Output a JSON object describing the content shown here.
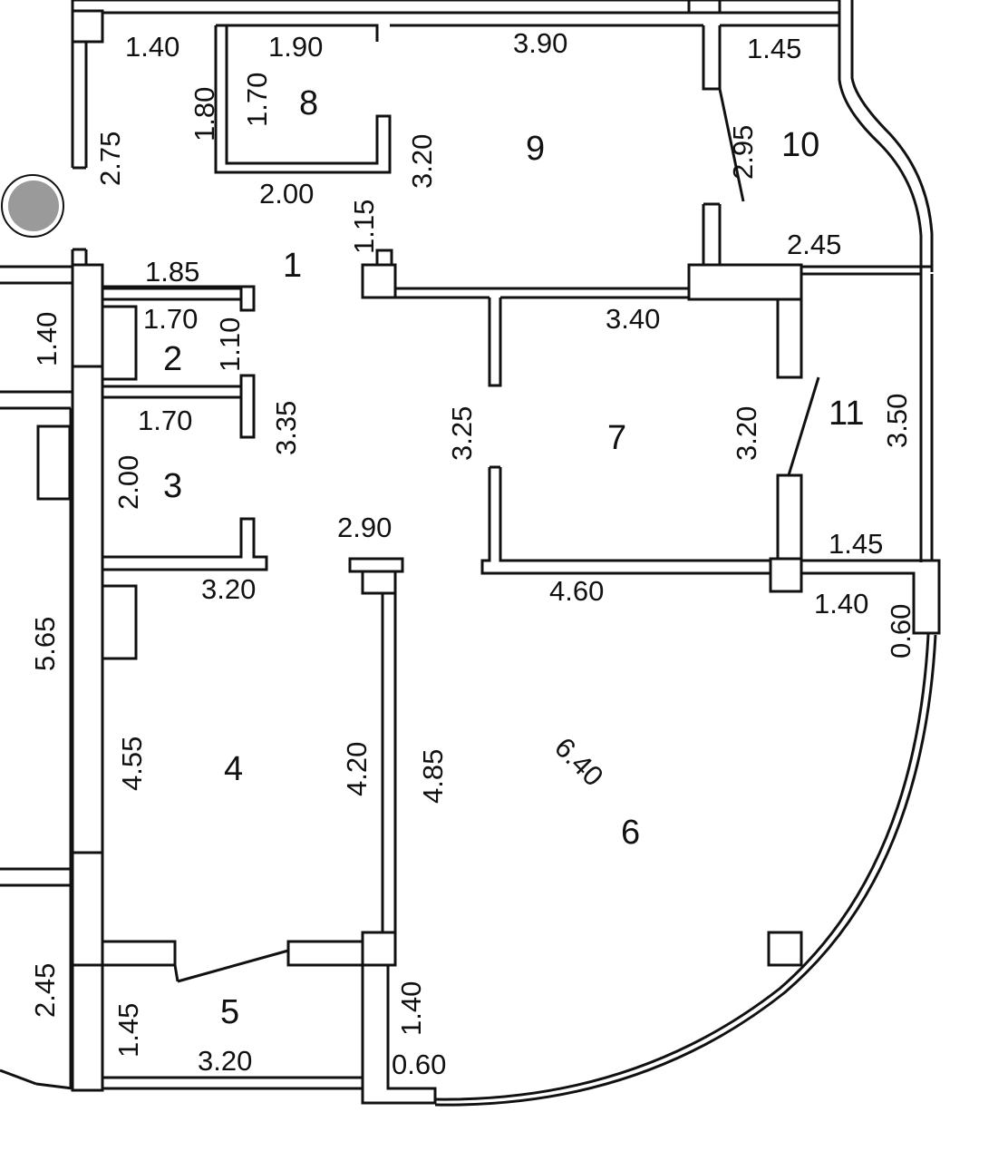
{
  "rooms": {
    "r1": "1",
    "r2": "2",
    "r3": "3",
    "r4": "4",
    "r5": "5",
    "r6": "6",
    "r7": "7",
    "r8": "8",
    "r9": "9",
    "r10": "10",
    "r11": "11"
  },
  "dims": {
    "d_1_40_top": "1.40",
    "d_1_90": "1.90",
    "d_3_90": "3.90",
    "d_1_45_top": "1.45",
    "d_2_75": "2.75",
    "d_1_80": "1.80",
    "d_1_70_v": "1.70",
    "d_3_20_room9": "3.20",
    "d_2_95": "2.95",
    "d_2_00_h": "2.00",
    "d_1_15": "1.15",
    "d_2_45_right": "2.45",
    "d_1_85": "1.85",
    "d_1_70_h1": "1.70",
    "d_1_10": "1.10",
    "d_1_40_left": "1.40",
    "d_3_40": "3.40",
    "d_1_70_h2": "1.70",
    "d_3_35": "3.35",
    "d_3_25": "3.25",
    "d_3_20_room7": "3.20",
    "d_3_50": "3.50",
    "d_2_00_v": "2.00",
    "d_2_90": "2.90",
    "d_1_45_mid": "1.45",
    "d_3_20_h": "3.20",
    "d_4_60": "4.60",
    "d_1_40_mid": "1.40",
    "d_0_60_right": "0.60",
    "d_5_65": "5.65",
    "d_4_55": "4.55",
    "d_4_20": "4.20",
    "d_4_85": "4.85",
    "d_6_40": "6.40",
    "d_2_45_left": "2.45",
    "d_1_45_bottom": "1.45",
    "d_1_40_bottom": "1.40",
    "d_3_20_bottom": "3.20",
    "d_0_60_bottom": "0.60"
  }
}
